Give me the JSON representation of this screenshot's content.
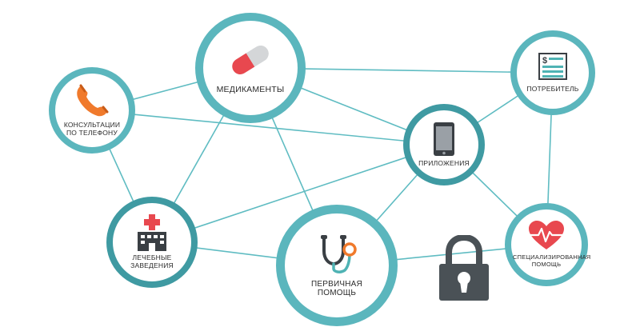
{
  "colors": {
    "ring": "#5bb6bd",
    "ring_dark": "#3f9aa2",
    "edge": "#5fbcc2",
    "node_fill": "#ffffff",
    "text": "#2b2b2b",
    "accent_red": "#e8484f",
    "accent_orange": "#f07a2c",
    "icon_dark": "#3a3f44",
    "icon_teal": "#4fb3b4"
  },
  "nodes": {
    "medications": {
      "label": "МЕДИКАМЕНТЫ",
      "icon": "pill-icon"
    },
    "phone": {
      "label": "КОНСУЛЬТАЦИИ ПО ТЕЛЕФОНУ",
      "icon": "phone-icon"
    },
    "consumer": {
      "label": "ПОТРЕБИТЕЛЬ",
      "icon": "invoice-icon"
    },
    "apps": {
      "label": "ПРИЛОЖЕНИЯ",
      "icon": "smartphone-icon"
    },
    "hospital": {
      "label": "ЛЕЧЕБНЫЕ ЗАВЕДЕНИЯ",
      "icon": "hospital-icon"
    },
    "primary": {
      "label": "ПЕРВИЧНАЯ ПОМОЩЬ",
      "icon": "stethoscope-icon"
    },
    "specialized": {
      "label": "СПЕЦИАЛИЗИРОВАННАЯ ПОМОЩЬ",
      "icon": "heart-pulse-icon"
    }
  },
  "edges": [
    [
      "phone",
      "medications"
    ],
    [
      "phone",
      "apps"
    ],
    [
      "phone",
      "hospital"
    ],
    [
      "medications",
      "consumer"
    ],
    [
      "medications",
      "apps"
    ],
    [
      "medications",
      "hospital"
    ],
    [
      "medications",
      "primary"
    ],
    [
      "apps",
      "consumer"
    ],
    [
      "apps",
      "hospital"
    ],
    [
      "apps",
      "primary"
    ],
    [
      "apps",
      "specialized"
    ],
    [
      "consumer",
      "specialized"
    ],
    [
      "hospital",
      "primary"
    ],
    [
      "primary",
      "specialized"
    ]
  ],
  "lock": {
    "icon": "padlock-icon"
  }
}
